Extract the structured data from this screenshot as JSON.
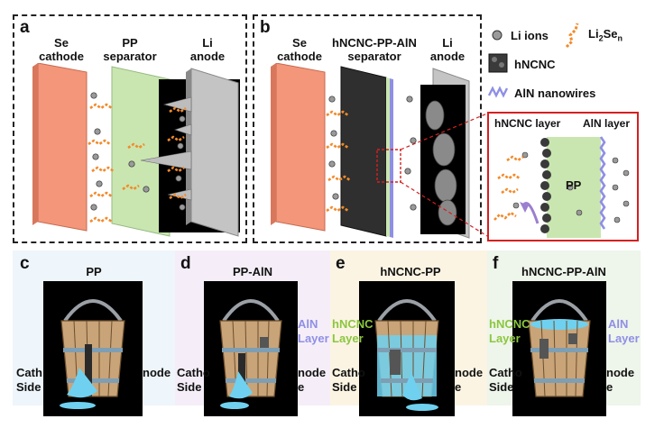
{
  "panels": {
    "a": {
      "letter": "a",
      "cathode": [
        "Se",
        "cathode"
      ],
      "separator": [
        "PP",
        "separator"
      ],
      "anode": [
        "Li",
        "anode"
      ]
    },
    "b": {
      "letter": "b",
      "cathode": [
        "Se",
        "cathode"
      ],
      "separator": [
        "hNCNC-PP-AlN",
        "separator"
      ],
      "anode": [
        "Li",
        "anode"
      ]
    }
  },
  "legend": {
    "li_ions": "Li ions",
    "li2sen_base": "Li",
    "li2sen_sub1": "2",
    "li2sen_mid": "Se",
    "li2sen_sub2": "n",
    "hncnc": "hNCNC",
    "aln": "AlN nanowires"
  },
  "inset": {
    "hncnc_layer": "hNCNC layer",
    "aln_layer": "AlN layer",
    "pp": "PP"
  },
  "buckets": [
    {
      "letter": "c",
      "title": "PP",
      "left_side": [
        "Cath",
        "Side"
      ],
      "right_side": [
        "node",
        ""
      ],
      "left_layer": [],
      "right_layer": []
    },
    {
      "letter": "d",
      "title": "PP-AlN",
      "left_side": [
        "Catho",
        "Side"
      ],
      "right_side": [
        "node",
        "e"
      ],
      "left_layer": [],
      "right_layer": [
        "AlN",
        "Layer"
      ]
    },
    {
      "letter": "e",
      "title": "hNCNC-PP",
      "left_side": [
        "Catho",
        "Side"
      ],
      "right_side": [
        "node",
        "e"
      ],
      "left_layer": [
        "hNCNC",
        "Layer"
      ],
      "right_layer": []
    },
    {
      "letter": "f",
      "title": "hNCNC-PP-AlN",
      "left_side": [
        "Catho",
        "Side"
      ],
      "right_side": [
        "node",
        "e"
      ],
      "left_layer": [
        "hNCNC",
        "Layer"
      ],
      "right_layer": [
        "AlN",
        "Layer"
      ]
    }
  ],
  "colors": {
    "cathode": "#f4967a",
    "pp": "#c9e6b0",
    "hncnc": "#3a3a3a",
    "aln": "#8f8fe6",
    "anode": "#b7b7b7",
    "polysulfide": "#f28a2a",
    "water": "#6fd1ef",
    "hncnc_text": "#8cc63f",
    "aln_text": "#8f8fe6",
    "red_box": "#d42020"
  }
}
